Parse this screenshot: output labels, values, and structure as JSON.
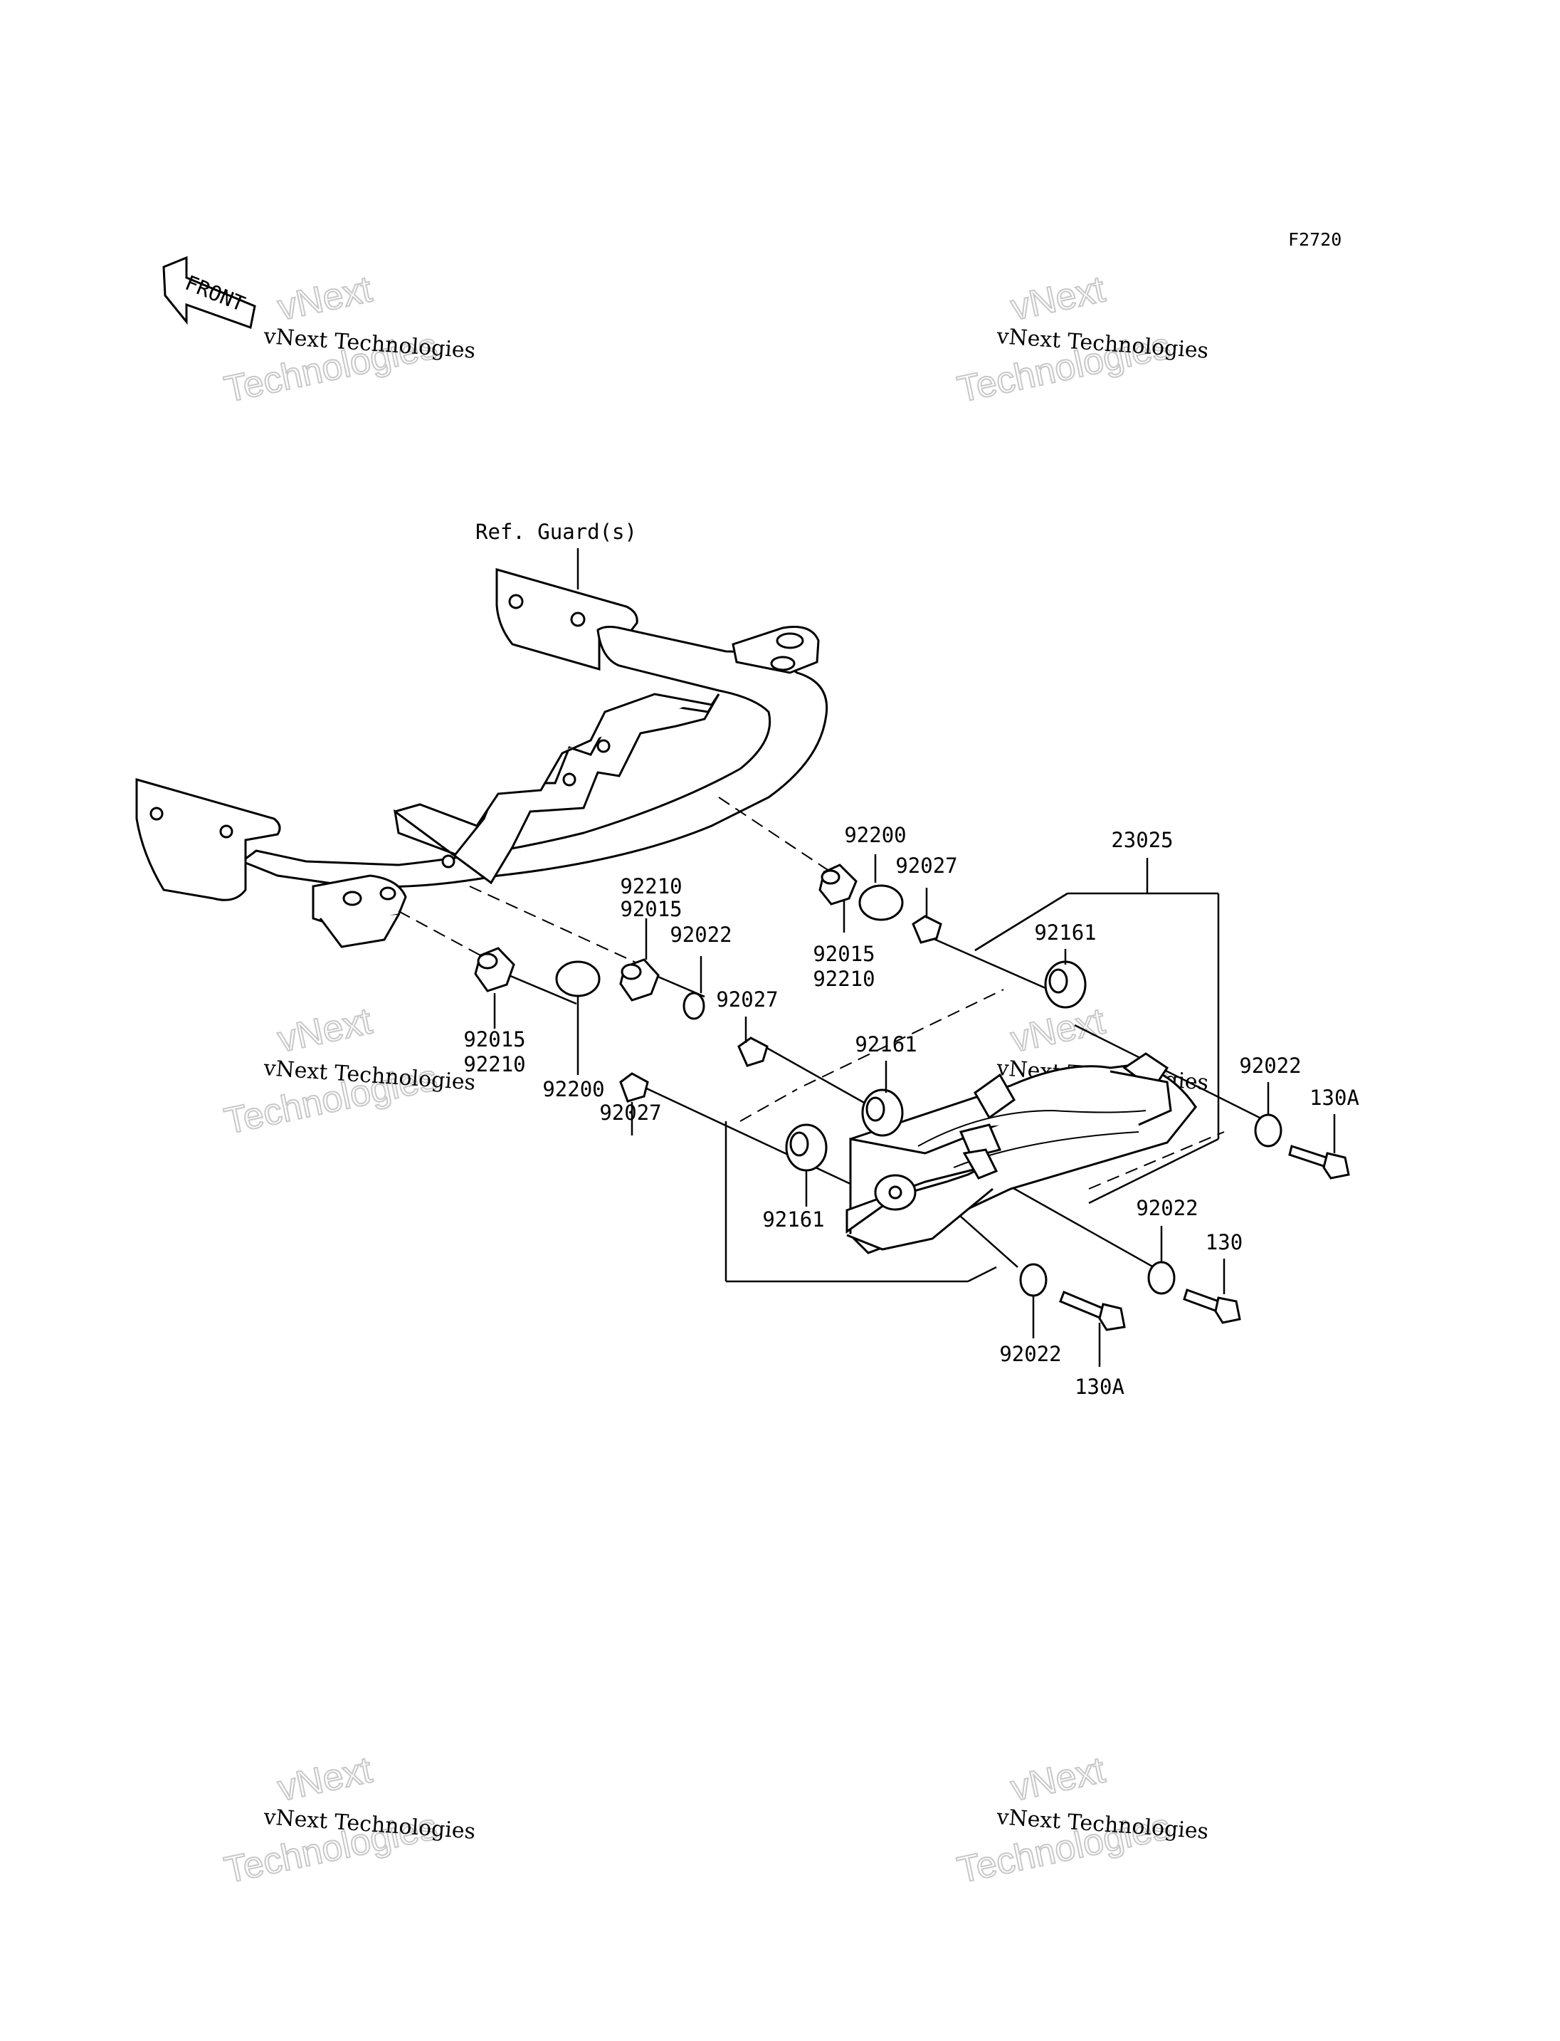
{
  "diagram": {
    "code": "F2720",
    "front_label": "FRONT",
    "ref_label": "Ref. Guard(s)",
    "assembly_part": "23025",
    "callouts": [
      {
        "id": "c1",
        "lines": [
          "92200"
        ]
      },
      {
        "id": "c2",
        "lines": [
          "92027"
        ]
      },
      {
        "id": "c3",
        "lines": [
          "92210",
          "92015"
        ]
      },
      {
        "id": "c4",
        "lines": [
          "92022"
        ]
      },
      {
        "id": "c5",
        "lines": [
          "92015",
          "92210"
        ]
      },
      {
        "id": "c6",
        "lines": [
          "92161"
        ]
      },
      {
        "id": "c7",
        "lines": [
          "92027"
        ]
      },
      {
        "id": "c8",
        "lines": [
          "92161"
        ]
      },
      {
        "id": "c9",
        "lines": [
          "92015",
          "92210"
        ]
      },
      {
        "id": "c10",
        "lines": [
          "92200"
        ]
      },
      {
        "id": "c11",
        "lines": [
          "92027"
        ]
      },
      {
        "id": "c12",
        "lines": [
          "92022"
        ]
      },
      {
        "id": "c13",
        "lines": [
          "130A"
        ]
      },
      {
        "id": "c14",
        "lines": [
          "92161"
        ]
      },
      {
        "id": "c15",
        "lines": [
          "92022"
        ]
      },
      {
        "id": "c16",
        "lines": [
          "130"
        ]
      },
      {
        "id": "c17",
        "lines": [
          "92022"
        ]
      },
      {
        "id": "c18",
        "lines": [
          "130A"
        ]
      }
    ]
  },
  "watermark": {
    "line1": "vNext Technologies",
    "line2": "vNext",
    "line3": "Technologies"
  }
}
